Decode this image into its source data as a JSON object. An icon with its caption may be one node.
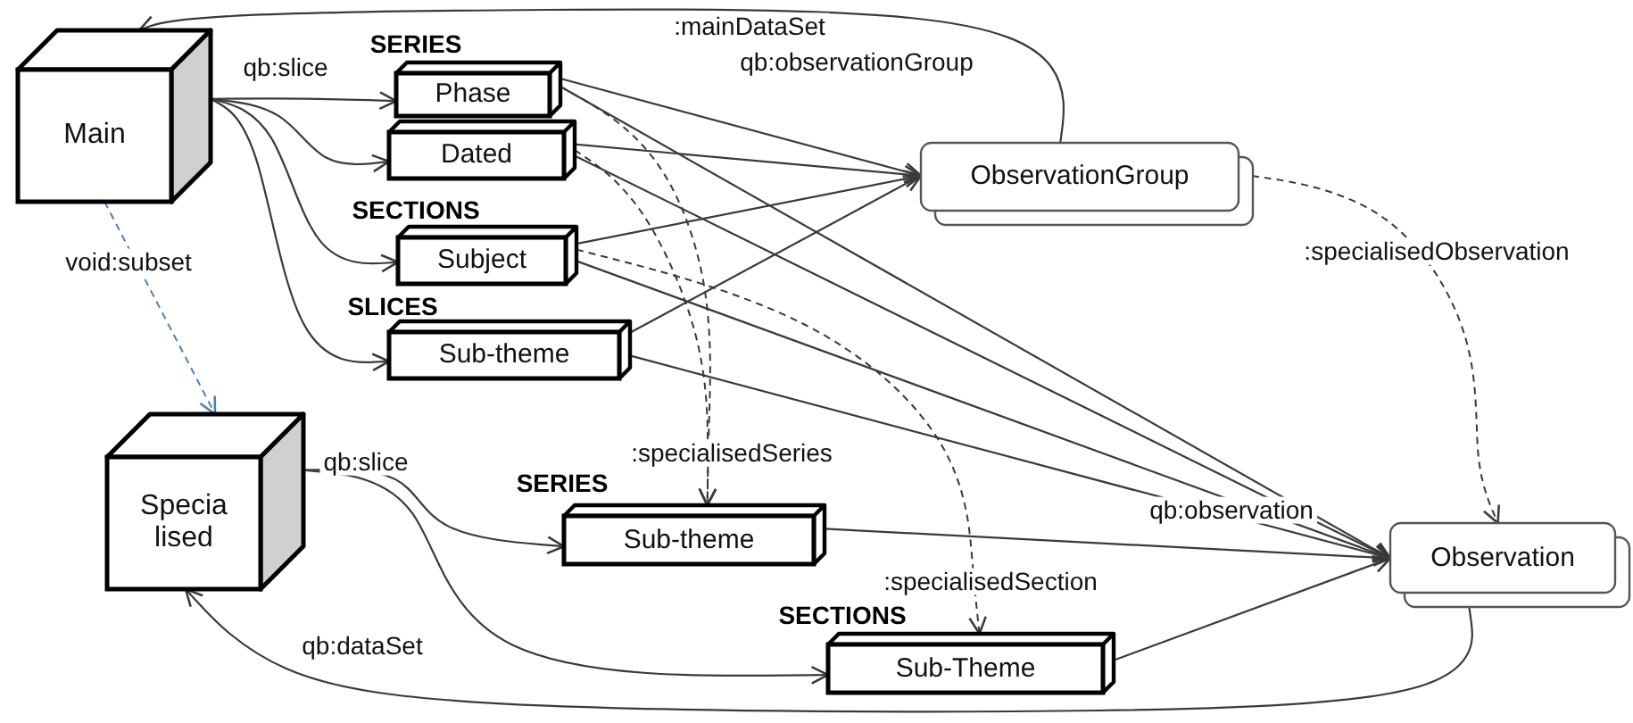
{
  "diagram": {
    "nodes": [
      {
        "text": [
          "Main"
        ]
      },
      {
        "text": [
          "Phase"
        ]
      },
      {
        "text": [
          "Dated"
        ]
      },
      {
        "text": [
          "Subject"
        ]
      },
      {
        "text": [
          "Sub-theme"
        ]
      },
      {
        "text": [
          "ObservationGroup"
        ]
      },
      {
        "text": [
          "Specialised"
        ]
      },
      {
        "text": [
          "Sub-theme"
        ]
      },
      {
        "text": [
          "Sub-Theme"
        ]
      },
      {
        "text": [
          "Observation"
        ]
      }
    ],
    "edges": [
      {
        "from": 0,
        "to": 1,
        "arrow": "to",
        "label": "qb:slice"
      },
      {
        "from": 0,
        "to": 2,
        "arrow": "to"
      },
      {
        "from": 0,
        "to": 3,
        "arrow": "to"
      },
      {
        "from": 0,
        "to": 4,
        "arrow": "to"
      },
      {
        "from": 1,
        "to": 5,
        "arrow": "to",
        "label": "qb:observationGroup"
      },
      {
        "from": 2,
        "to": 5,
        "arrow": "to"
      },
      {
        "from": 3,
        "to": 5,
        "arrow": "to"
      },
      {
        "from": 4,
        "to": 5,
        "arrow": "to"
      },
      {
        "from": 1,
        "to": 9,
        "arrow": "to"
      },
      {
        "from": 2,
        "to": 9,
        "arrow": "to"
      },
      {
        "from": 3,
        "to": 9,
        "arrow": "to"
      },
      {
        "from": 4,
        "to": 9,
        "arrow": "to"
      },
      {
        "from": 7,
        "to": 9,
        "arrow": "to",
        "label": "qb:observation"
      },
      {
        "from": 8,
        "to": 9,
        "arrow": "to"
      },
      {
        "from": 5,
        "to": 0,
        "arrow": "to",
        "label": ":mainDataSet"
      },
      {
        "from": 5,
        "to": 9,
        "arrow": "to",
        "label": ":specialisedObservation",
        "style": "dashed"
      },
      {
        "from": 1,
        "to": 7,
        "arrow": "to",
        "label": ":specialisedSeries",
        "style": "dashed"
      },
      {
        "from": 2,
        "to": 7,
        "arrow": "to",
        "style": "dashed"
      },
      {
        "from": 3,
        "to": 8,
        "arrow": "to",
        "label": ":specialisedSection",
        "style": "dashed"
      },
      {
        "from": 0,
        "to": 6,
        "arrow": "to",
        "label": "void:subset",
        "style": "dashed",
        "color": "#4f7fbf"
      },
      {
        "from": 6,
        "to": 7,
        "arrow": "to",
        "label": "qb:slice"
      },
      {
        "from": 6,
        "to": 8,
        "arrow": "to"
      },
      {
        "from": 9,
        "to": 6,
        "arrow": "to",
        "label": "qb:dataSet"
      }
    ],
    "labels": [
      "SERIES",
      "SECTIONS",
      "SLICES",
      "SERIES",
      "SECTIONS"
    ]
  }
}
